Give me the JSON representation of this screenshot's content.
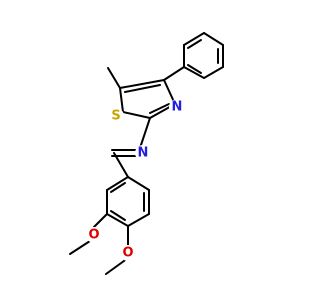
{
  "molecule": {
    "atoms": {
      "S": {
        "label": "S",
        "color": "#c8a400"
      },
      "N_ring": {
        "label": "N",
        "color": "#2020e0"
      },
      "N_imine": {
        "label": "N",
        "color": "#2020e0"
      },
      "O1": {
        "label": "O",
        "color": "#e00000"
      },
      "O2": {
        "label": "O",
        "color": "#e00000"
      }
    }
  }
}
